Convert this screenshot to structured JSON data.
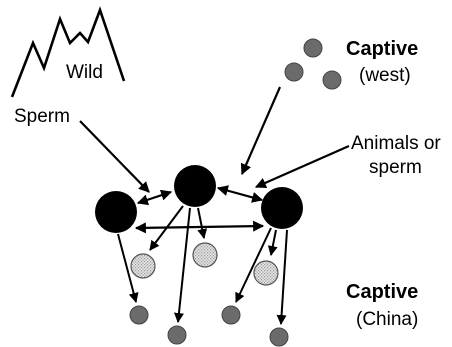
{
  "labels": {
    "wild": "Wild",
    "sperm": "Sperm",
    "captive_west_title": "Captive",
    "captive_west_sub": "(west)",
    "animals_line1": "Animals or",
    "animals_line2": "sperm",
    "captive_china_title": "Captive",
    "captive_china_sub": "(China)"
  },
  "colors": {
    "ink": "#000000",
    "large_node": "#000000",
    "small_node": "#6b6b6b",
    "hatched_node": "#d8d8d8"
  }
}
